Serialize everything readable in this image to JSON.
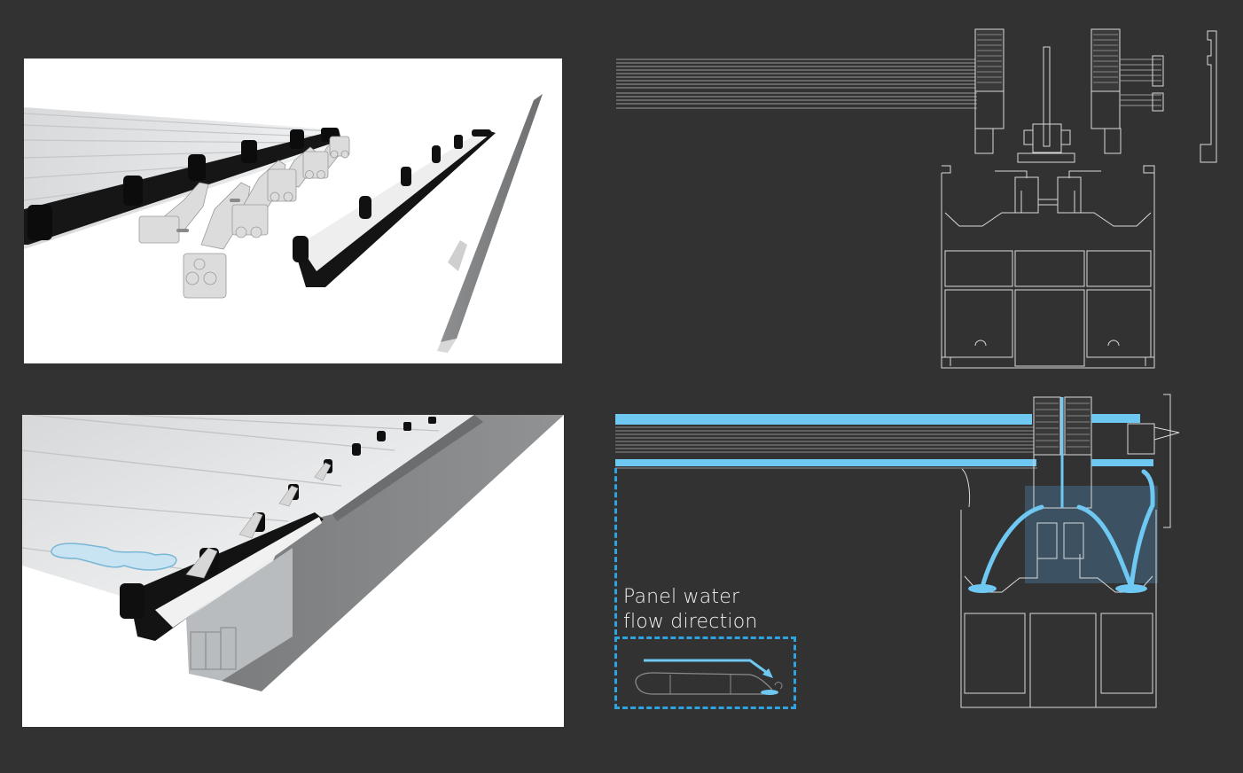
{
  "layout": {
    "background": "#323232",
    "line_color": "#d9d9d9",
    "water_color": "#6fc8f2",
    "dashed_box_color": "#2ea3e0",
    "shaded_area_color": "#3d5568"
  },
  "panels": [
    {
      "id": "exploded-assembly-render",
      "type": "photo",
      "description": "Exploded 3D render of roof slats with black end caps, white hinge brackets, roller carriages, black-white gutter track and grey side cover profile"
    },
    {
      "id": "section-drawing-dry",
      "type": "line-drawing",
      "description": "Cross-section technical drawing of roof slat ends, brush seals, central hinge and double-chamber gutter profile"
    },
    {
      "id": "assembled-render-water",
      "type": "photo",
      "description": "Assembled 3D render of roof slats with water puddle, hinge brackets on gutter and grey side profile"
    },
    {
      "id": "section-drawing-water",
      "type": "line-drawing",
      "description": "Cross-section drawing showing blue water flow from slats into gutter channels"
    }
  ],
  "annotation": {
    "line1": "Panel water",
    "line2": "flow direction"
  }
}
